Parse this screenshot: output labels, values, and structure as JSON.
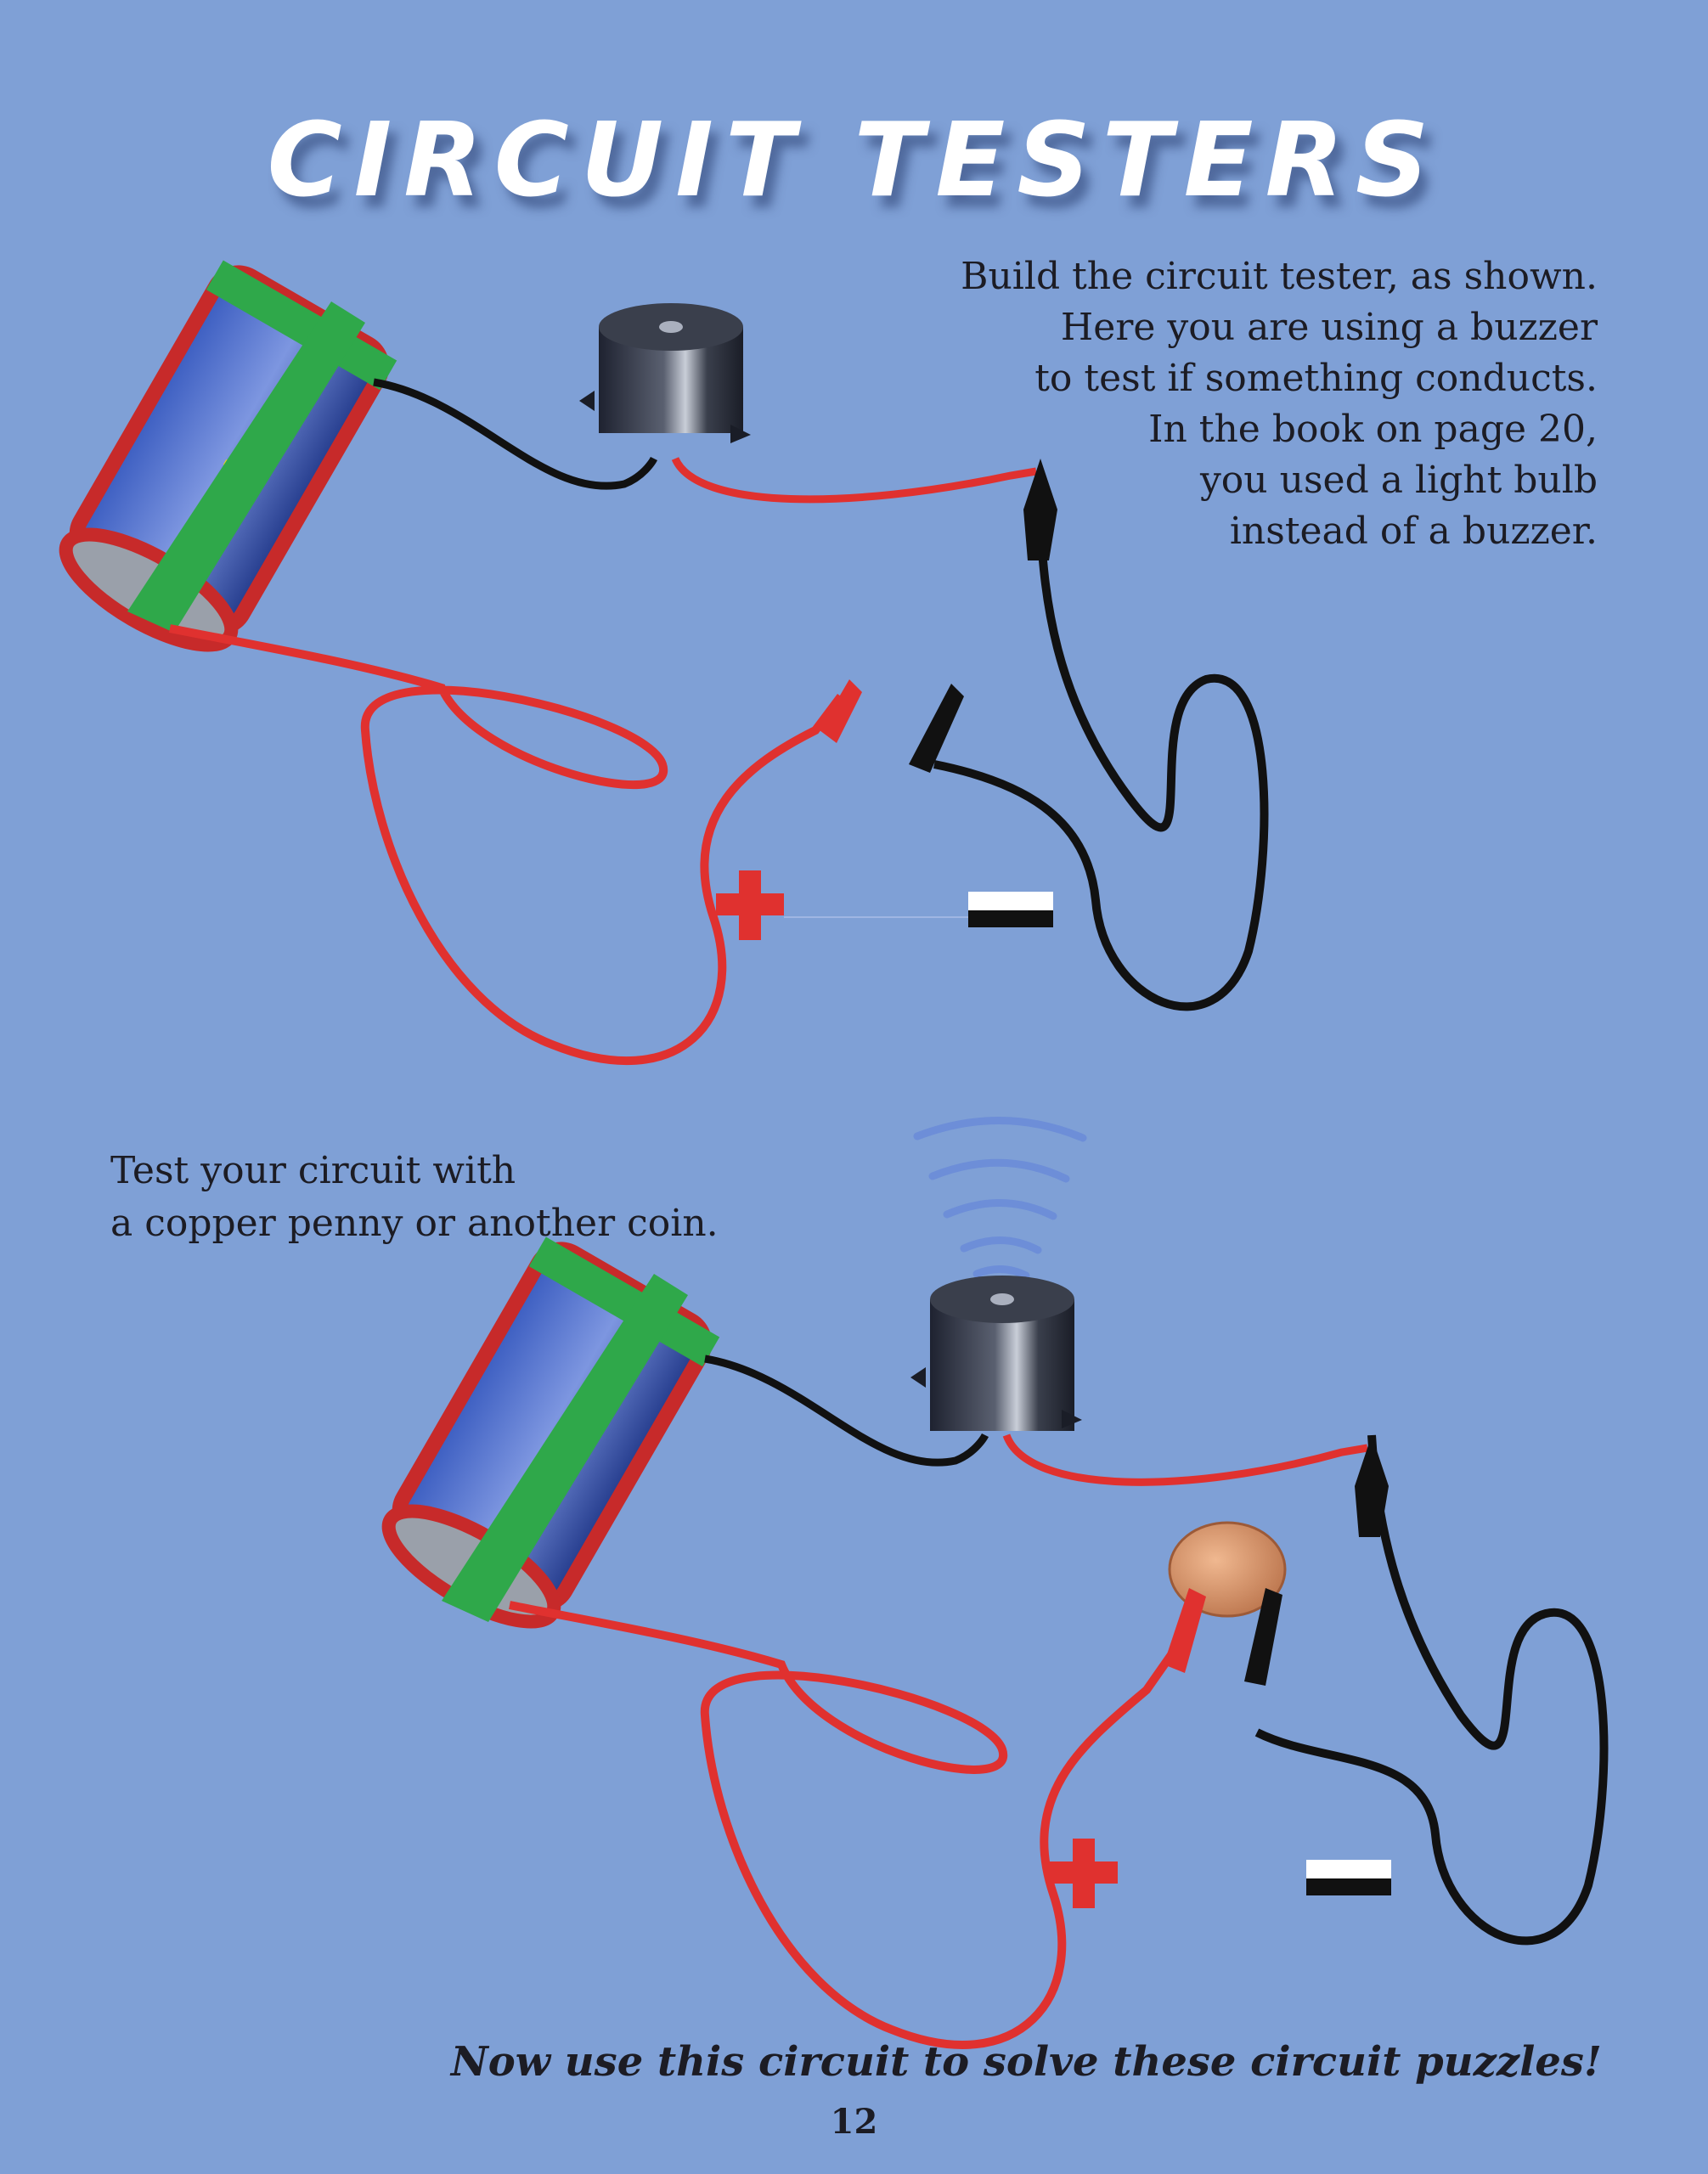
{
  "title": "CIRCUIT TESTERS",
  "intro_lines": [
    "Build the circuit tester, as shown.",
    "Here you are using a buzzer",
    "to test if something conducts.",
    "In the book on page 20,",
    "you used a light bulb",
    "instead of a buzzer."
  ],
  "test_lines": [
    "Test your circuit with",
    "a copper penny or another coin."
  ],
  "footer": "Now use this circuit to solve these circuit puzzles!",
  "page_number": "12",
  "terminals": {
    "plus": "+",
    "minus": "−"
  },
  "colors": {
    "background": "#7fa0d6",
    "wire_red": "#e0312f",
    "wire_black": "#111111",
    "battery_green": "#2fa84a",
    "battery_blue": "#2f4fa8",
    "buzzer": "#2c2f3a",
    "penny": "#d89a6c"
  }
}
